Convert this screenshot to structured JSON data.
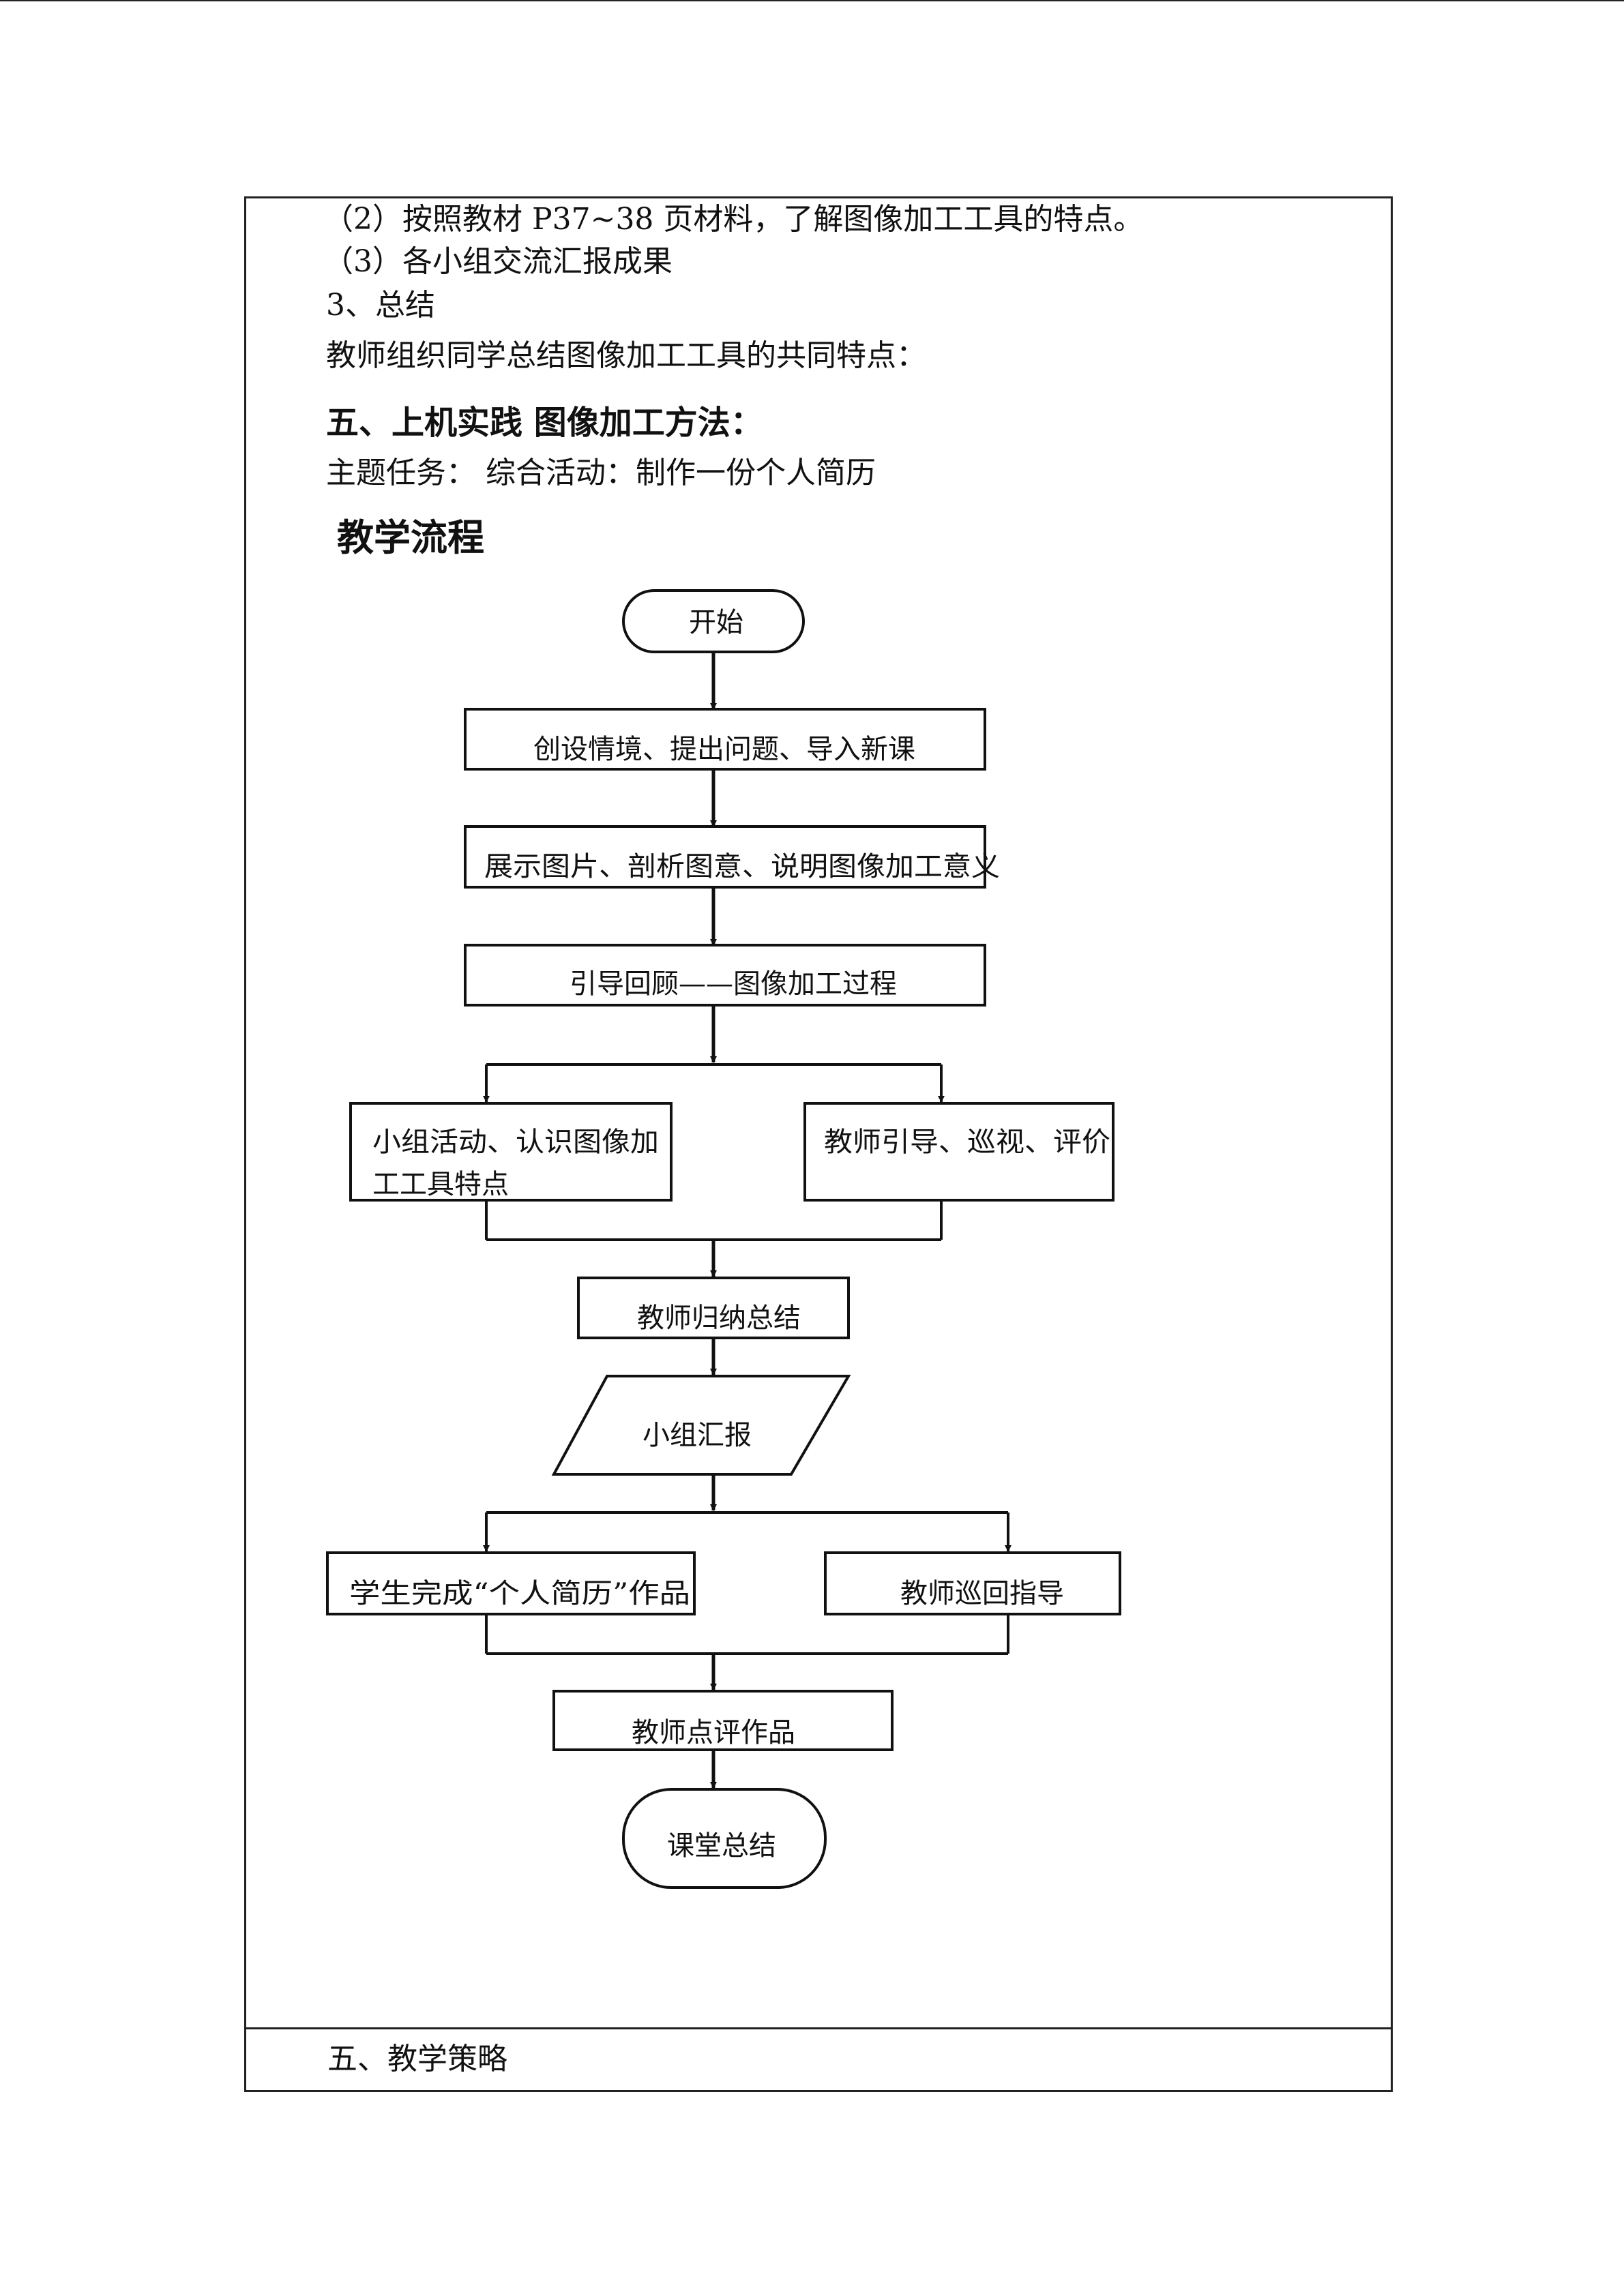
{
  "content": {
    "line_step2": "（2）按照教材 P37~38 页材料，了解图像加工工具的特点。",
    "line_step3": "（3）各小组交流汇报成果",
    "line_summary_head": "3、总结",
    "line_summary_body": "教师组织同学总结图像加工工具的共同特点：",
    "section_practice": "五、上机实践  图像加工方法：",
    "theme_task": "主题任务：  综合活动：制作一份个人简历",
    "flow_title": "教学流程",
    "strategy_label": "五、教学策略"
  },
  "flowchart": {
    "start": "开始",
    "step1": "创设情境、提出问题、导入新课",
    "step2": "展示图片、剖析图意、说明图像加工意义",
    "step3": "引导回顾——图像加工过程",
    "branch_left_line1": "小组活动、认识图像加",
    "branch_left_line2": "工工具特点",
    "branch_right": "教师引导、巡视、评价",
    "summary": "教师归纳总结",
    "report": "小组汇报",
    "work_left": "学生完成“个人简历”作品",
    "work_right": "教师巡回指导",
    "review": "教师点评作品",
    "end": "课堂总结"
  }
}
